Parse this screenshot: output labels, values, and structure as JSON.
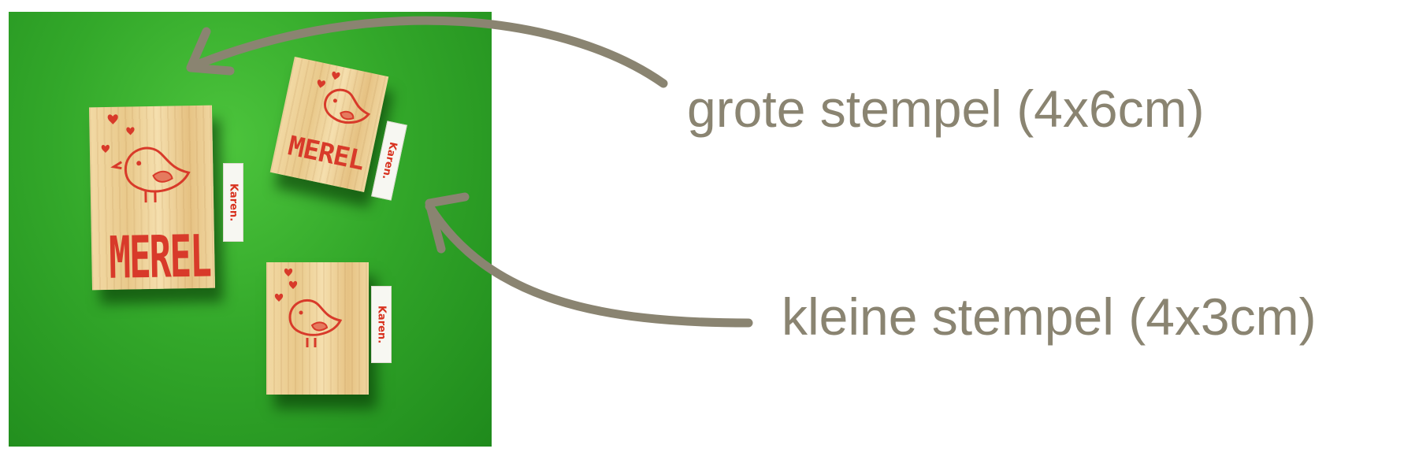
{
  "labels": {
    "large": "grote stempel (4x6cm)",
    "small": "kleine stempel (4x3cm)"
  },
  "stamps": {
    "word": "MEREL",
    "tag": "Karen."
  },
  "colors": {
    "background_green": "#2fa52a",
    "arrow": "#8a8471",
    "ink": "#d83a2a"
  }
}
